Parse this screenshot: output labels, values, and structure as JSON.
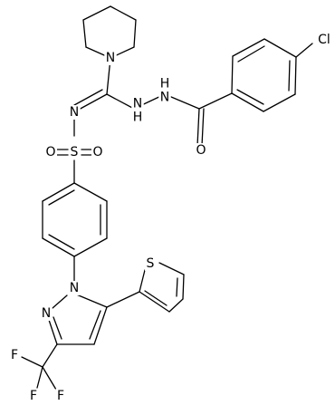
{
  "atoms": {
    "cl": "Cl",
    "o_carbonyl": "O",
    "nh_right": "H N",
    "nh_left": "N H",
    "n_pyrrolidine": "N",
    "n_imine": "N",
    "s": "S",
    "o_sulfonyl_left": "O",
    "o_sulfonyl_right": "O",
    "n_pyrazole_1": "N",
    "n_pyrazole_2": "N",
    "s_thiophene": "S",
    "f_top": "F",
    "f_left": "F",
    "f_right": "F"
  }
}
